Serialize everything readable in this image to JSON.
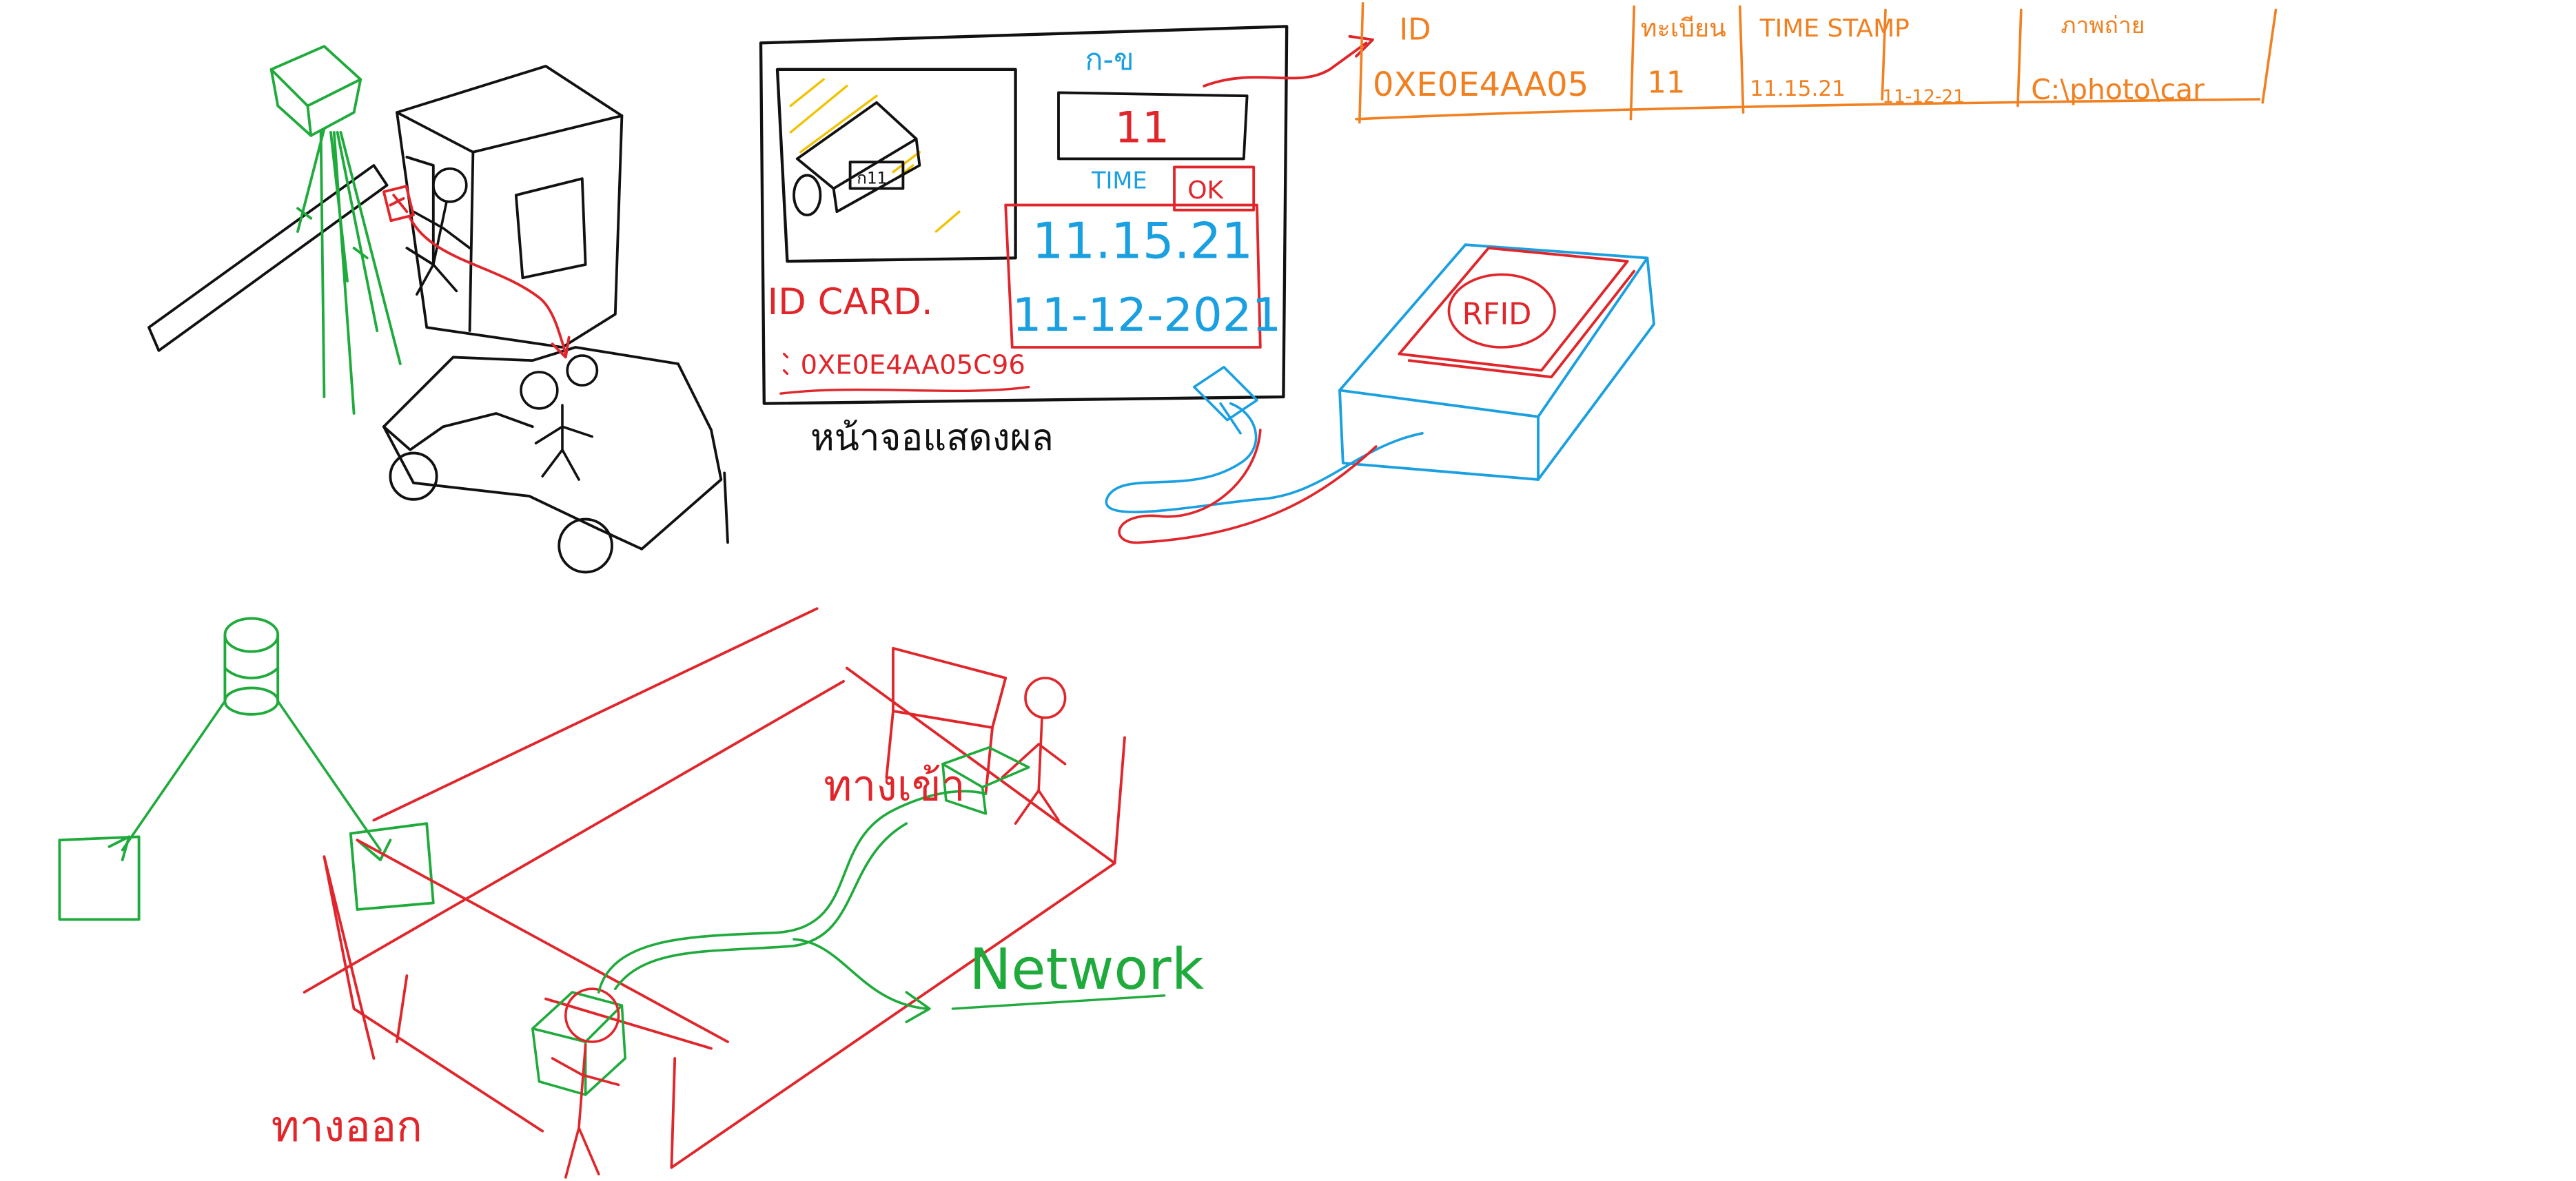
{
  "colors": {
    "ink": "#111111",
    "green": "#1faa3c",
    "red": "#e0262b",
    "blue": "#1aa0e0",
    "orange": "#f08020",
    "yellow": "#f2c200"
  },
  "screen": {
    "plate_label": "ก-ข",
    "plate_value": "11",
    "time_label": "TIME",
    "ok_label": "OK",
    "time_value": "11.15.21",
    "date_value": "11-12-2021",
    "photo_plate": "ก11",
    "id_card_label": "ID CARD.",
    "id_value": "0XE0E4AA05C96",
    "caption": "หน้าจอแสดงผล"
  },
  "log_table": {
    "header_id": "ID",
    "header_plate": "ทะเบียน",
    "header_time": "TIME STAMP",
    "header_path": "ภาพถ่าย",
    "row_id": "0XE0E4AA05",
    "row_plate": "11",
    "row_time": "11.15.21",
    "row_date": "11-12-21",
    "row_path": "C:\\photo\\car"
  },
  "reader": {
    "label": "RFID"
  },
  "network": {
    "label": "Network",
    "gate_label_top": "ทางเข้า",
    "gate_label_bottom": "ทางออก"
  }
}
